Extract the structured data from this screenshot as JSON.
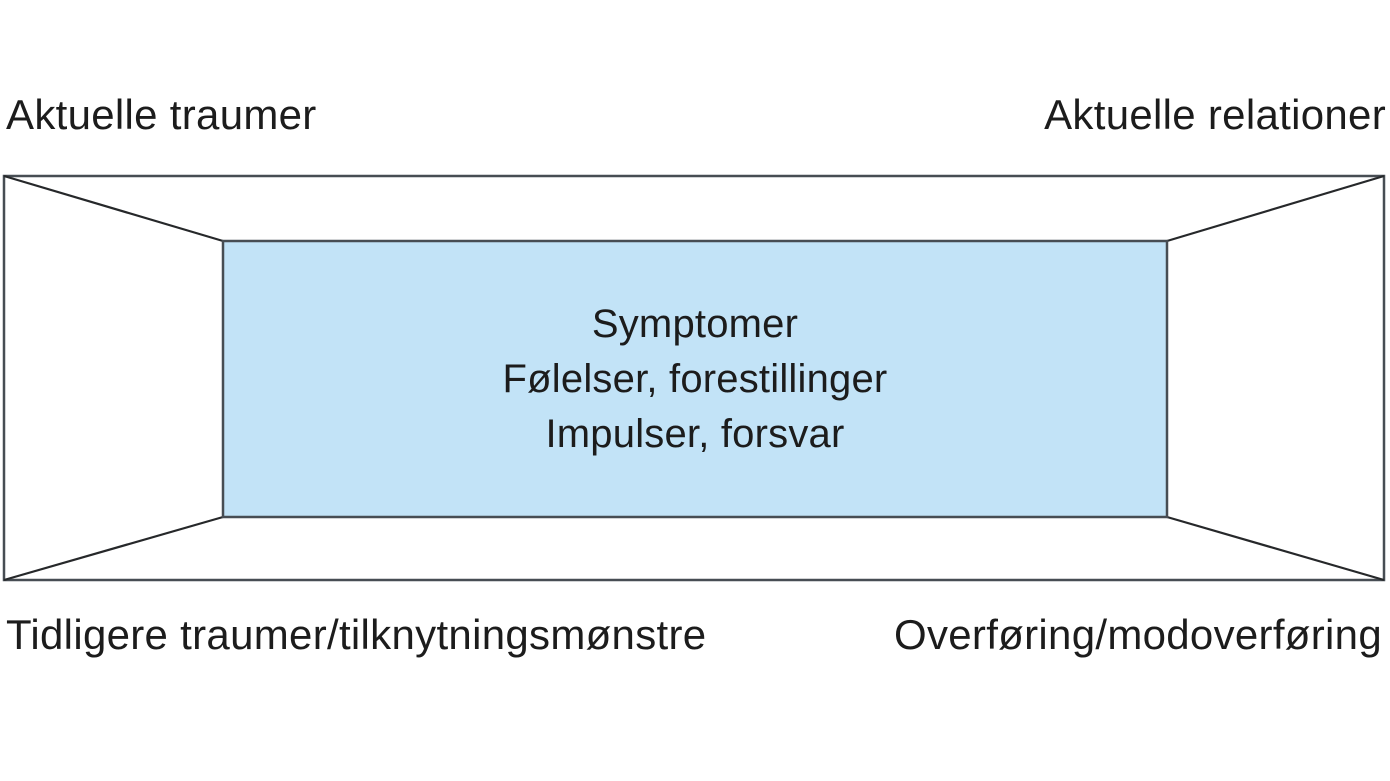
{
  "diagram": {
    "title_semantic": "perspective-box therapy diagram",
    "corner_labels": {
      "top_left": "Aktuelle traumer",
      "top_right": "Aktuelle relationer",
      "bottom_left": "Tidligere traumer/tilknytningsmønstre",
      "bottom_right": "Overføring/modoverføring"
    },
    "center_box": {
      "lines": {
        "0": "Symptomer",
        "1": "Følelser, forestillinger",
        "2": "Impulser, forsvar"
      },
      "fill_color": "#c2e3f7"
    },
    "colors": {
      "background": "#ffffff",
      "frame_stroke": "#474d53",
      "diagonal_stroke": "#26282a",
      "text": "#1c1c1c"
    }
  }
}
